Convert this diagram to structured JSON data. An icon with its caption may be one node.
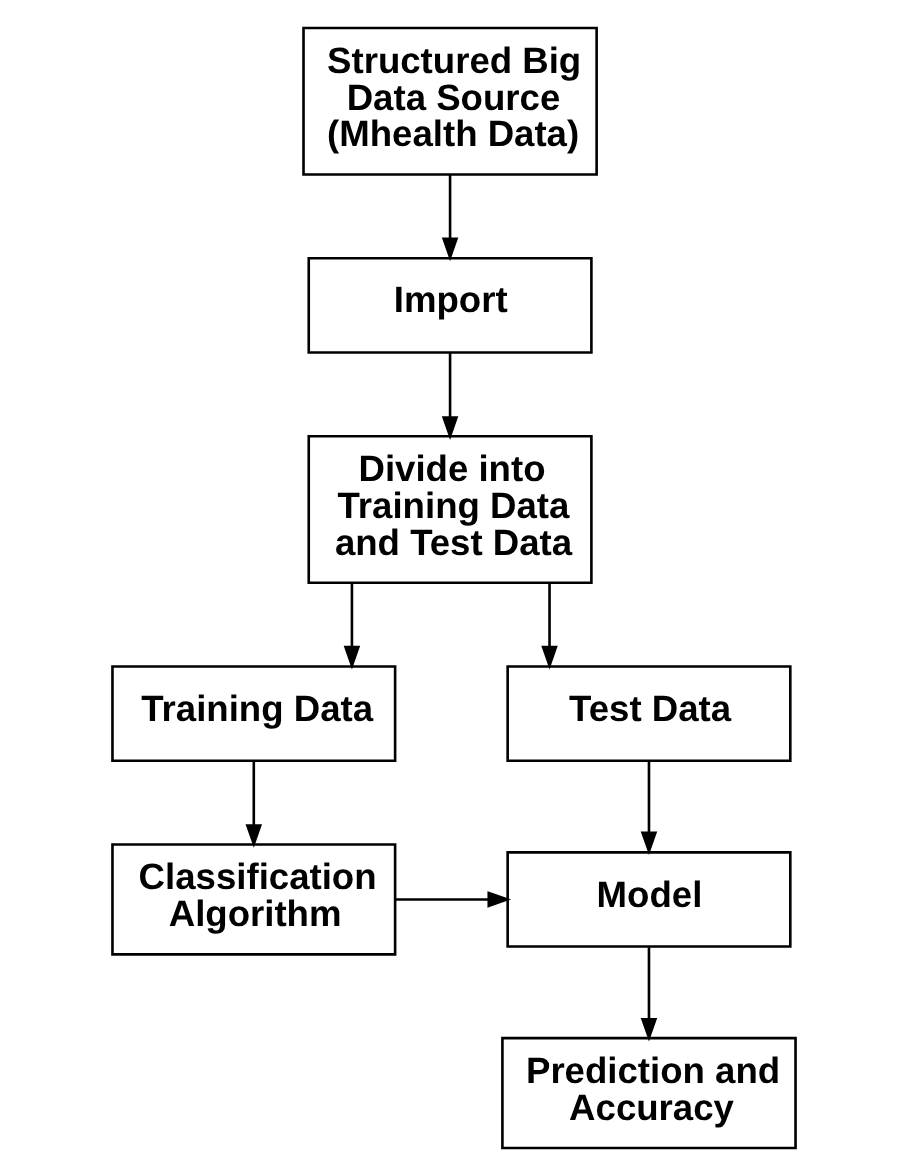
{
  "diagram": {
    "nodes": [
      {
        "text": [
          "Structured Big Data Source (Mhealth Data)"
        ]
      },
      {
        "text": [
          "Import"
        ]
      },
      {
        "text": [
          "Divide into Training Data and Test Data"
        ]
      },
      {
        "text": [
          "Training Data"
        ]
      },
      {
        "text": [
          "Test Data"
        ]
      },
      {
        "text": [
          "Classification Algorithm"
        ]
      },
      {
        "text": [
          "Model"
        ]
      },
      {
        "text": [
          "Prediction and Accuracy"
        ]
      }
    ],
    "edges": [
      {
        "from": 0,
        "to": 1,
        "arrow": "to"
      },
      {
        "from": 1,
        "to": 2,
        "arrow": "to"
      },
      {
        "from": 2,
        "to": 3,
        "arrow": "to"
      },
      {
        "from": 2,
        "to": 4,
        "arrow": "to"
      },
      {
        "from": 3,
        "to": 5,
        "arrow": "to"
      },
      {
        "from": 5,
        "to": 6,
        "arrow": "to"
      },
      {
        "from": 4,
        "to": 6,
        "arrow": "to"
      },
      {
        "from": 6,
        "to": 7,
        "arrow": "to"
      }
    ]
  }
}
